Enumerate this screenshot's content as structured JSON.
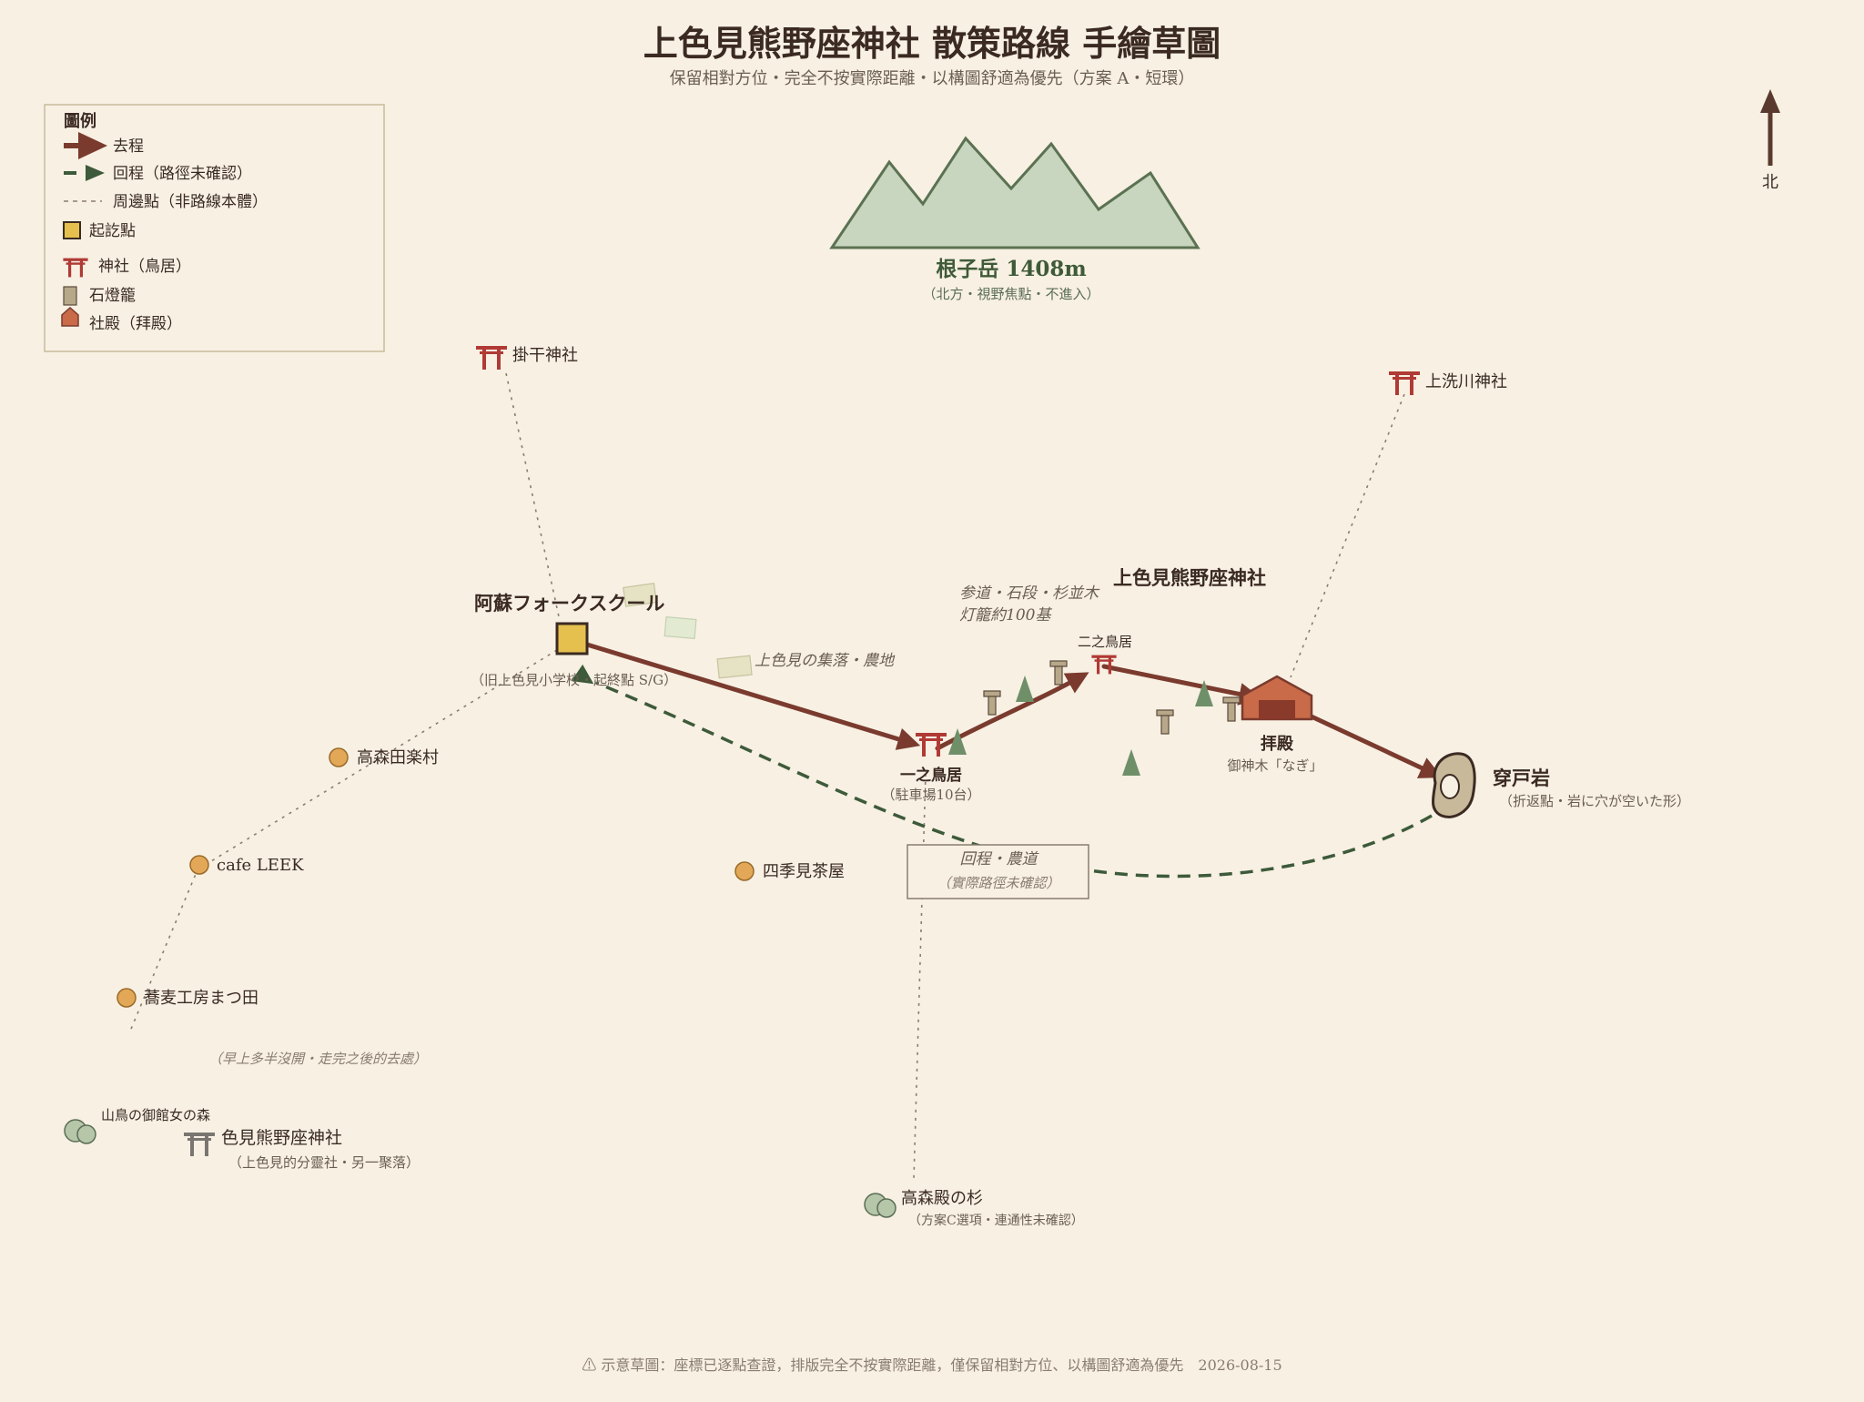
{
  "header": {
    "title": "上色見熊野座神社 散策路線 手繪草圖",
    "subtitle": "保留相對方位・完全不按實際距離・以構圖舒適為優先（方案 A・短環）"
  },
  "compass": {
    "label": "北"
  },
  "legend": {
    "heading": "圖例",
    "items": [
      {
        "label": "去程"
      },
      {
        "label": "回程（路徑未確認）"
      },
      {
        "label": "周邊點（非路線本體）"
      },
      {
        "label": "起訖點"
      },
      {
        "label": "神社（鳥居）"
      },
      {
        "label": "石燈籠"
      },
      {
        "label": "社殿（拜殿）"
      }
    ]
  },
  "mountain": {
    "name": "根子岳 1408m",
    "note": "（北方・視野焦點・不進入）"
  },
  "places": {
    "kakehoshi": {
      "name": "掛干神社"
    },
    "kamiarai": {
      "name": "上洗川神社"
    },
    "school": {
      "name": "阿蘇フォークスクール",
      "note": "（旧上色見小学校・起終點 S/G）"
    },
    "village": {
      "name": "上色見の集落・農地"
    },
    "takamori_rakuson": {
      "name": "高森田楽村"
    },
    "cafe": {
      "name": "cafe LEEK"
    },
    "soba": {
      "name": "蕎麦工房まつ田"
    },
    "shiki": {
      "name": "四季見茶屋"
    },
    "morning_note": "（早上多半沒開・走完之後的去處）",
    "yamadori": {
      "name": "山鳥の御館女の森"
    },
    "shikimi_shrine": {
      "name": "色見熊野座神社",
      "note": "（上色見的分靈社・另一聚落）"
    },
    "takamori_sugi": {
      "name": "高森殿の杉",
      "note": "（方案C選項・連通性未確認）"
    },
    "ichi_torii": {
      "name": "一之鳥居",
      "note": "（駐車場10台）"
    },
    "ni_torii": {
      "name": "二之鳥居"
    },
    "approach_note": {
      "line1": "参道・石段・杉並木",
      "line2": "灯籠約100基"
    },
    "main_shrine": {
      "name": "上色見熊野座神社"
    },
    "haiden": {
      "name": "拝殿",
      "note": "御神木「なぎ」"
    },
    "ugato": {
      "name": "穿戸岩",
      "note": "（折返點・岩に穴が空いた形）"
    },
    "return_box": {
      "line1": "回程・農道",
      "line2": "（實際路徑未確認）"
    }
  },
  "footer": {
    "text": "⚠ 示意草圖：座標已逐點查證，排版完全不按實際距離，僅保留相對方位、以構圖舒適為優先　2026-08-15"
  },
  "colors": {
    "background": "#f7f0e3",
    "outbound": "#7a3b2e",
    "return": "#3d5a3a",
    "shrine": "#b03a35",
    "start": "#e6c04f",
    "poi": "#e3a857",
    "haiden": "#c96a48",
    "mountain": "#c8d5bf"
  },
  "icons": {
    "torii": "torii-icon",
    "lantern": "stone-lantern-icon",
    "haiden": "haiden-icon",
    "poi": "poi-dot-icon",
    "tree": "cedar-tree-icon",
    "rock": "rock-hole-icon"
  }
}
